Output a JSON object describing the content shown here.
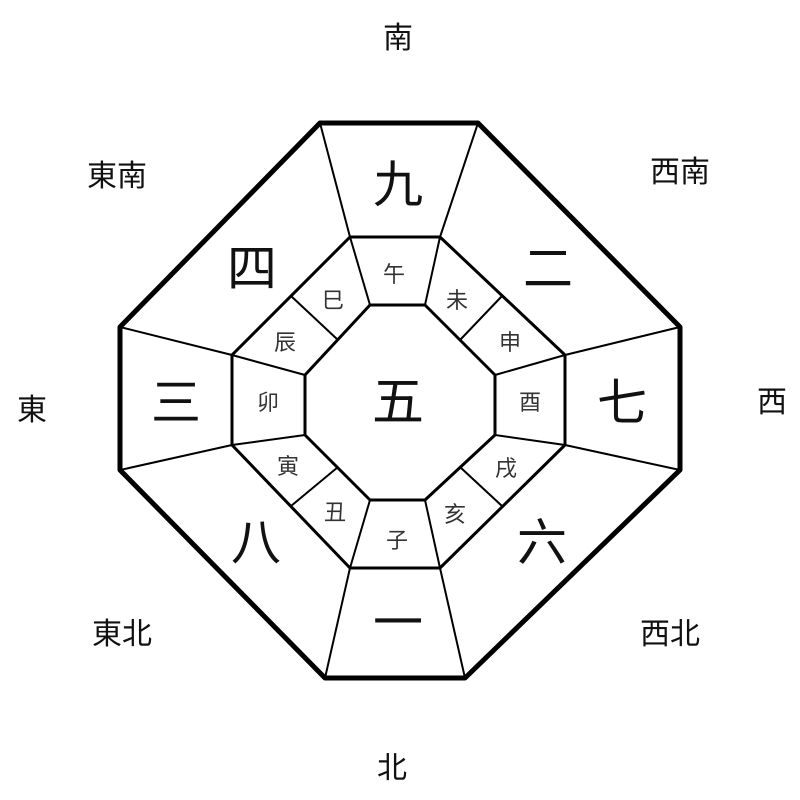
{
  "directions": {
    "south": "南",
    "southwest": "西南",
    "west": "西",
    "northwest": "西北",
    "north": "北",
    "northeast": "東北",
    "east": "東",
    "southeast": "東南"
  },
  "numbers": {
    "center": "五",
    "south": "九",
    "southwest": "二",
    "west": "七",
    "northwest": "六",
    "north": "一",
    "northeast": "八",
    "east": "三",
    "southeast": "四"
  },
  "branches": {
    "wu": "午",
    "wei": "未",
    "shen": "申",
    "you": "酉",
    "xu": "戌",
    "hai": "亥",
    "zi": "子",
    "chou": "丑",
    "yin": "寅",
    "mao": "卯",
    "chen": "辰",
    "si": "巳"
  },
  "colors": {
    "line": "#000000",
    "text": "#111111",
    "background": "#ffffff"
  }
}
